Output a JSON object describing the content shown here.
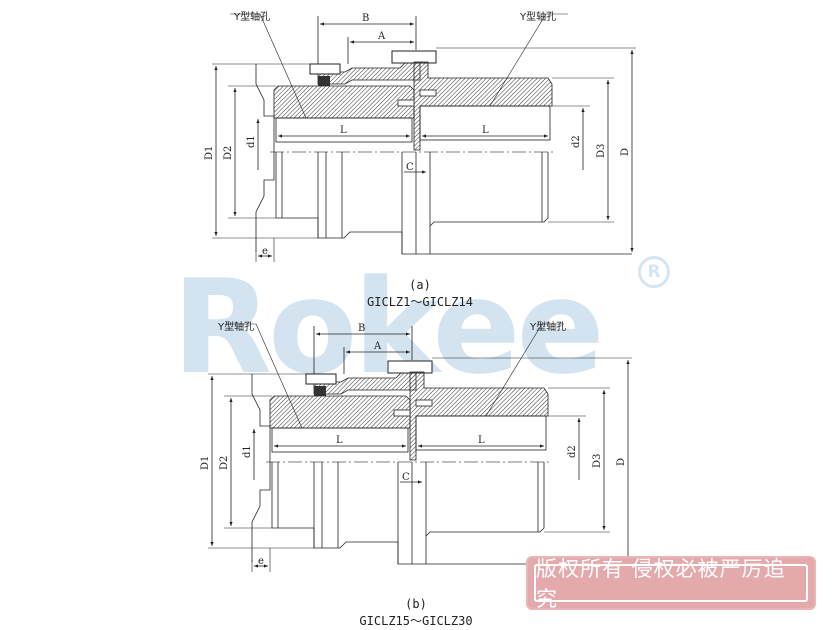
{
  "watermark": {
    "text": "Rokee",
    "registered_mark": "R"
  },
  "drawings": [
    {
      "id": "a",
      "caption_letter": "(a)",
      "caption_range": "GICLZ1～GICLZ14",
      "callouts": [
        "Y型轴孔",
        "Y型轴孔"
      ],
      "dimensions": {
        "B": "B",
        "A": "A",
        "L_left": "L",
        "L_right": "L",
        "C": "C",
        "e": "e",
        "D1": "D1",
        "D2": "D2",
        "d1": "d1",
        "d2": "d2",
        "D3": "D3",
        "D": "D"
      }
    },
    {
      "id": "b",
      "caption_letter": "(b)",
      "caption_range": "GICLZ15～GICLZ30",
      "callouts": [
        "Y型轴孔",
        "Y型轴孔"
      ],
      "dimensions": {
        "B": "B",
        "A": "A",
        "L_left": "L",
        "L_right": "L",
        "C": "C",
        "e": "e",
        "D1": "D1",
        "D2": "D2",
        "d1": "d1",
        "d2": "d2",
        "D3": "D3",
        "D": "D"
      }
    }
  ],
  "stamp": {
    "text": "版权所有 侵权必被严厉追究"
  }
}
